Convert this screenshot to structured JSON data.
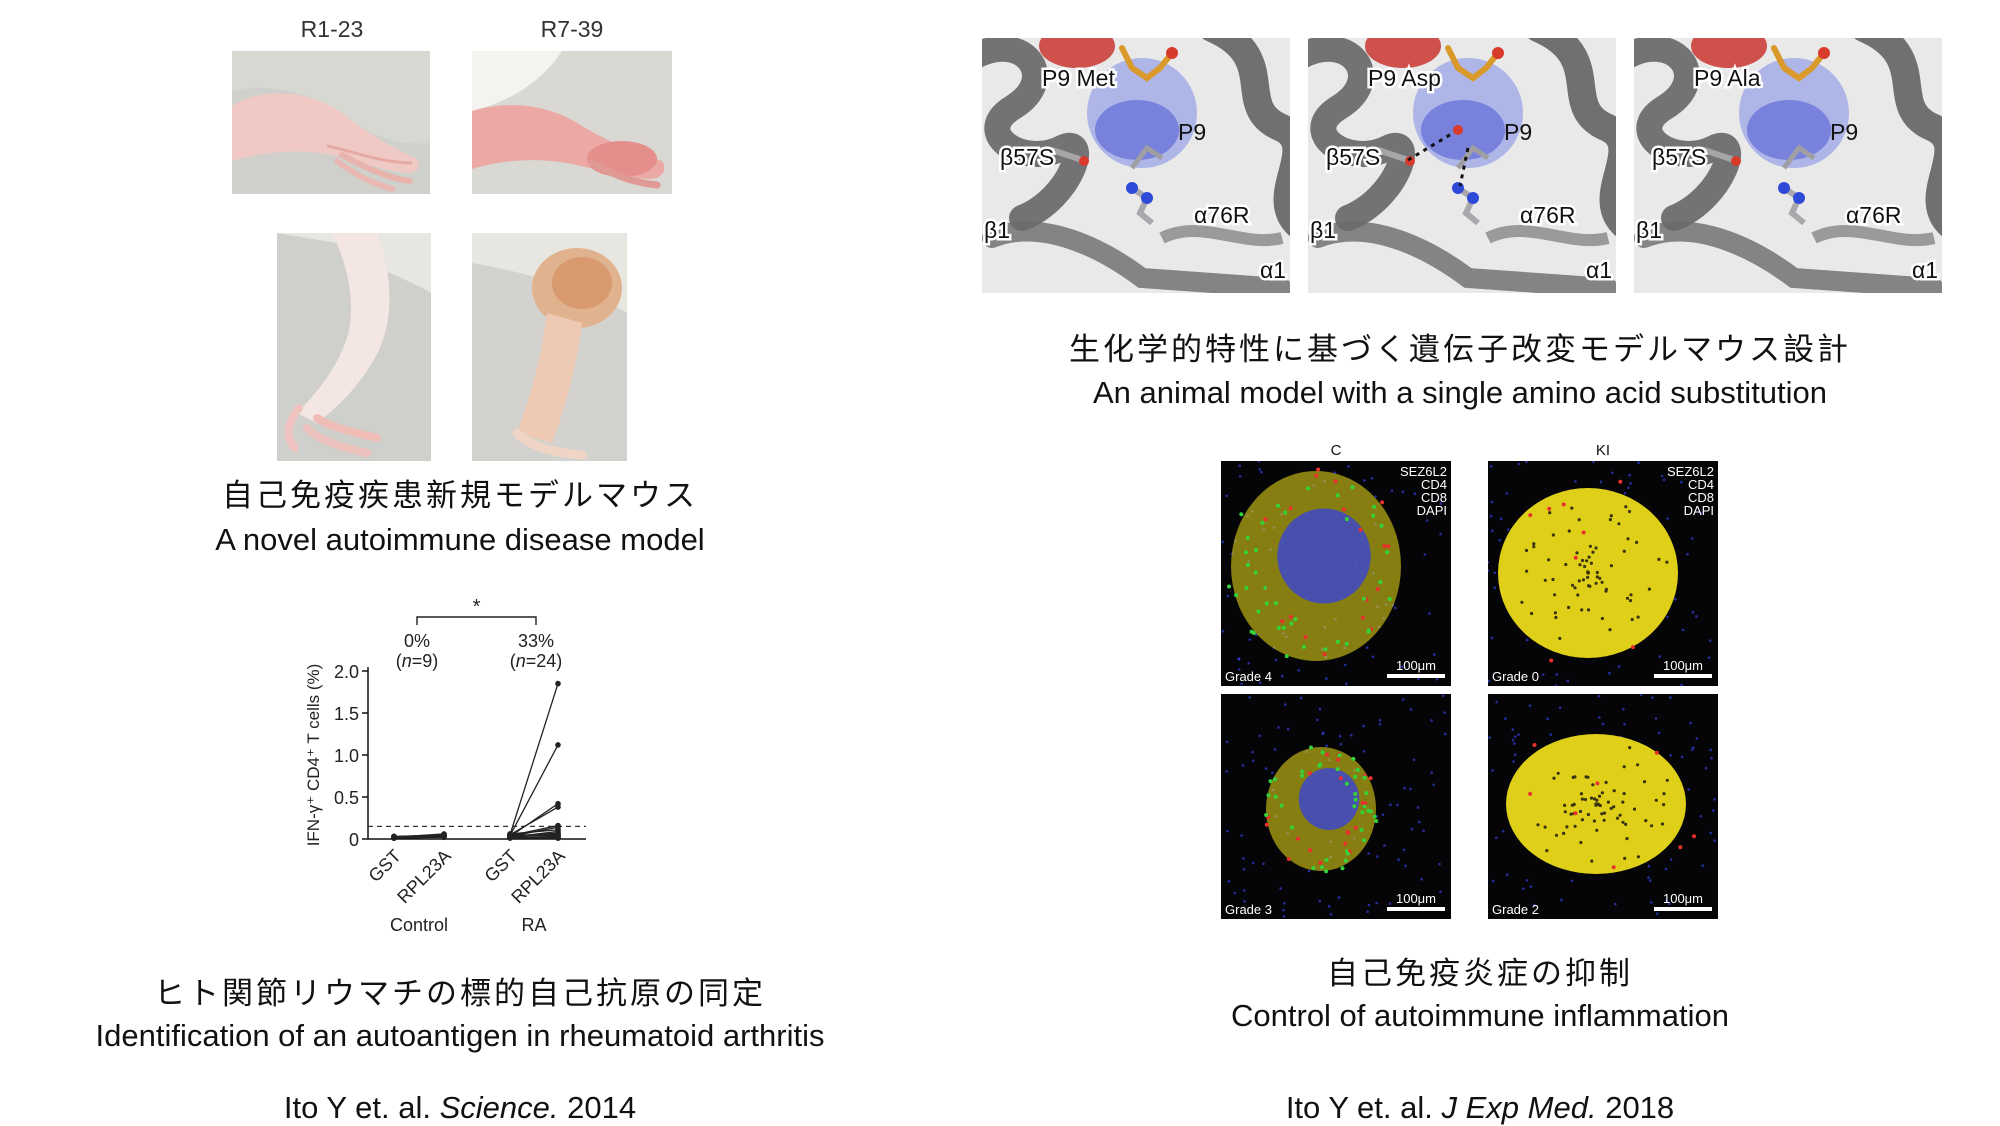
{
  "left_top": {
    "labels": {
      "r1": "R1-23",
      "r7": "R7-39"
    },
    "caption_jp": "自己免疫疾患新規モデルマウス",
    "caption_en": "A novel autoimmune disease model"
  },
  "right_top": {
    "panels": [
      {
        "title": "P9 Met"
      },
      {
        "title": "P9 Asp"
      },
      {
        "title": "P9 Ala"
      }
    ],
    "labels": {
      "p9": "P9",
      "b57s": "β57S",
      "a76r": "α76R",
      "b1": "β1",
      "a1": "α1"
    },
    "caption_jp": "生化学的特性に基づく遺伝子改変モデルマウス設計",
    "caption_en": "An animal model with a single amino acid substitution"
  },
  "left_bottom": {
    "caption_jp": "ヒト関節リウマチの標的自己抗原の同定",
    "caption_en": "Identification of an autoantigen in rheumatoid arthritis",
    "reference": {
      "authors": "Ito Y et. al.",
      "journal": "Science.",
      "year": "2014"
    }
  },
  "right_bottom": {
    "headers": {
      "c": "C",
      "ki": "KI"
    },
    "legend": [
      "SEZ6L2",
      "CD4",
      "CD8",
      "DAPI"
    ],
    "legend_colors": [
      "#f2e11a",
      "#34d33a",
      "#e8312d",
      "#3340e0"
    ],
    "scale": "100μm",
    "grades": {
      "c_top": "Grade 4",
      "ki_top": "Grade 0",
      "c_bottom": "Grade 3",
      "ki_bottom": "Grade 2"
    },
    "caption_jp": "自己免疫炎症の抑制",
    "caption_en": "Control of autoimmune inflammation",
    "reference": {
      "authors": "Ito Y et. al.",
      "journal": "J Exp Med.",
      "year": "2018"
    }
  },
  "chart_data": {
    "type": "scatter",
    "ylabel": "IFN-γ⁺ CD4⁺ T cells (%)",
    "ylim": [
      0,
      2.0
    ],
    "yticks": [
      "2.0",
      "1.5",
      "1.0",
      "0.5",
      "0"
    ],
    "ytick_values": [
      2.0,
      1.5,
      1.0,
      0.5,
      0
    ],
    "categories": [
      "GST",
      "RPL23A",
      "GST",
      "RPL23A"
    ],
    "groups": [
      "Control",
      "RA"
    ],
    "cutoff": 0.15,
    "significance": "*",
    "annotations": [
      {
        "pct": "0%",
        "n": "9",
        "group": "Control"
      },
      {
        "pct": "33%",
        "n": "24",
        "group": "RA"
      }
    ],
    "n_prefix": "(",
    "n_italic": "n",
    "n_suffix": ")",
    "control_pairs": [
      [
        0.02,
        0.04
      ],
      [
        0.03,
        0.05
      ],
      [
        0.01,
        0.03
      ],
      [
        0.02,
        0.06
      ],
      [
        0.03,
        0.04
      ],
      [
        0.01,
        0.02
      ],
      [
        0.02,
        0.05
      ],
      [
        0.03,
        0.03
      ],
      [
        0.02,
        0.04
      ]
    ],
    "ra_pairs": [
      [
        0.05,
        1.85
      ],
      [
        0.04,
        1.12
      ],
      [
        0.03,
        0.42
      ],
      [
        0.05,
        0.38
      ],
      [
        0.04,
        0.16
      ],
      [
        0.03,
        0.14
      ],
      [
        0.06,
        0.11
      ],
      [
        0.02,
        0.09
      ],
      [
        0.03,
        0.07
      ],
      [
        0.04,
        0.05
      ],
      [
        0.05,
        0.04
      ],
      [
        0.02,
        0.03
      ],
      [
        0.03,
        0.02
      ],
      [
        0.01,
        0.01
      ],
      [
        0.04,
        0.06
      ],
      [
        0.02,
        0.02
      ]
    ]
  }
}
